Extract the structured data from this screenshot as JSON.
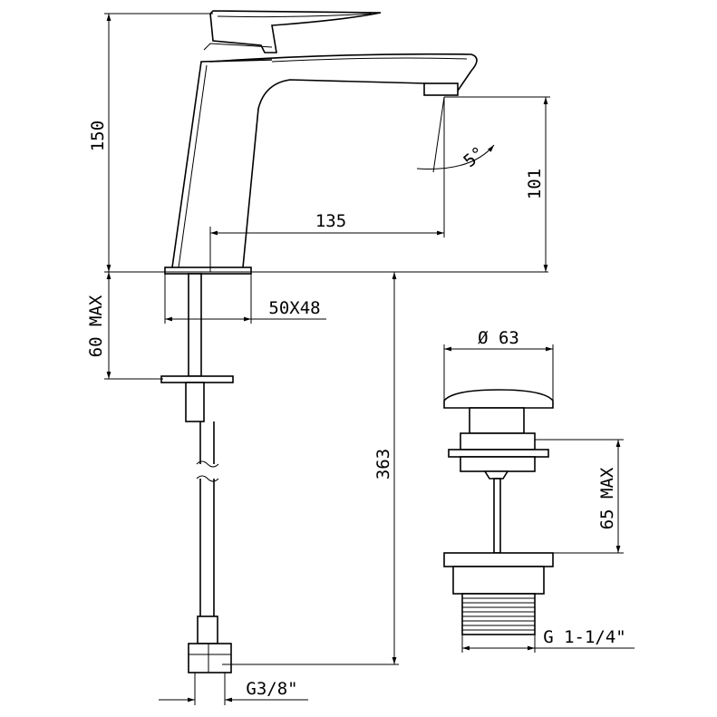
{
  "drawing": {
    "title": "Basin mixer technical drawing",
    "dimensions": {
      "height_total": "150",
      "spout_height": "101",
      "spout_angle": "5°",
      "spout_reach": "135",
      "base_size": "50X48",
      "deck_thickness": "60 MAX",
      "hose_length": "363",
      "hose_thread": "G3/8\"",
      "waste_diameter": "Ø 63",
      "waste_max": "65 MAX",
      "waste_thread": "G 1-1/4\""
    }
  }
}
